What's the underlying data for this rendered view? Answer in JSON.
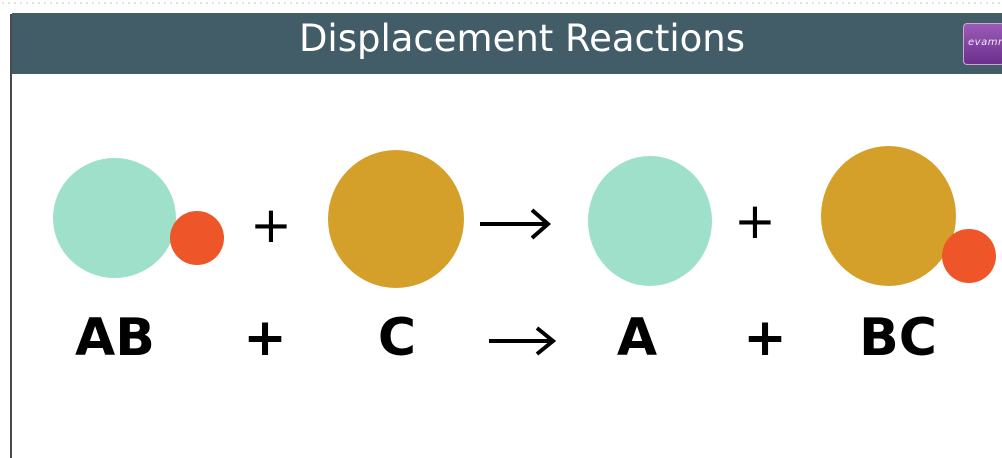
{
  "header": {
    "title": "Displacement Reactions",
    "logo_text": "evamrs"
  },
  "colors": {
    "header_background": "#425d68",
    "particle_a": "#9ee0c9",
    "particle_b": "#ee5528",
    "particle_c": "#d4a02a",
    "logo_purple": "#7c3f9e"
  },
  "reaction": {
    "operator_plus": "+",
    "operator_arrow": "→",
    "reactant_1": "AB",
    "reactant_2": "C",
    "product_1": "A",
    "product_2": "BC"
  }
}
